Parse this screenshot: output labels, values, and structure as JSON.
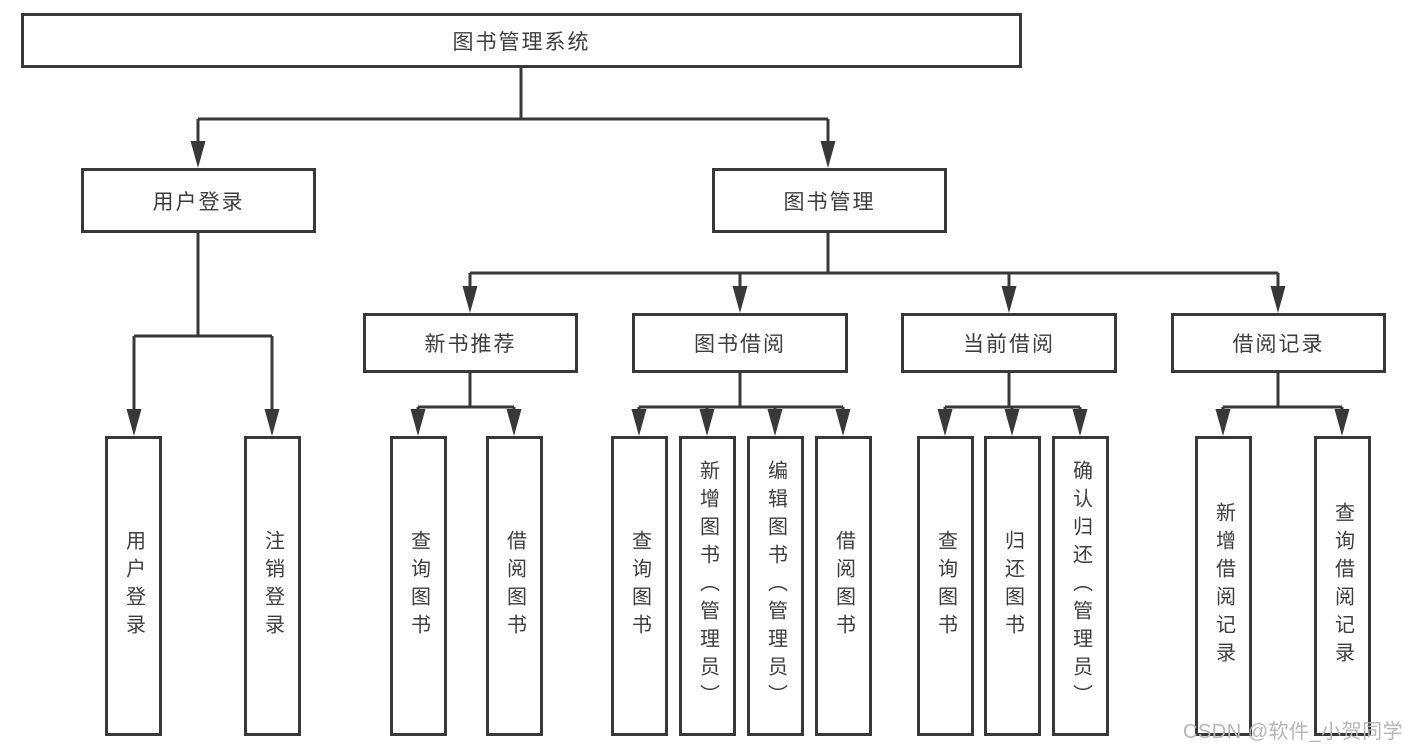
{
  "nodes": {
    "root": {
      "label": "图书管理系统"
    },
    "level2": [
      {
        "label": "用户登录"
      },
      {
        "label": "图书管理"
      }
    ],
    "level3": [
      {
        "label": "新书推荐"
      },
      {
        "label": "图书借阅"
      },
      {
        "label": "当前借阅"
      },
      {
        "label": "借阅记录"
      }
    ],
    "leaves": {
      "user_login": [
        {
          "label": "用户登录"
        },
        {
          "label": "注销登录"
        }
      ],
      "new_books": [
        {
          "label": "查询图书"
        },
        {
          "label": "借阅图书"
        }
      ],
      "book_borrow": [
        {
          "label": "查询图书"
        },
        {
          "label": "新增图书（管理员）"
        },
        {
          "label": "编辑图书（管理员）"
        },
        {
          "label": "借阅图书"
        }
      ],
      "current_borrow": [
        {
          "label": "查询图书"
        },
        {
          "label": "归还图书"
        },
        {
          "label": "确认归还（管理员）"
        }
      ],
      "borrow_records": [
        {
          "label": "新增借阅记录"
        },
        {
          "label": "查询借阅记录"
        }
      ]
    }
  },
  "watermark": "CSDN @软件_小贺同学",
  "colors": {
    "line": "#383838",
    "box_border": "#383838",
    "box_fill": "#ffffff",
    "text": "#3d3d3d",
    "watermark": "#b6b6b6"
  }
}
